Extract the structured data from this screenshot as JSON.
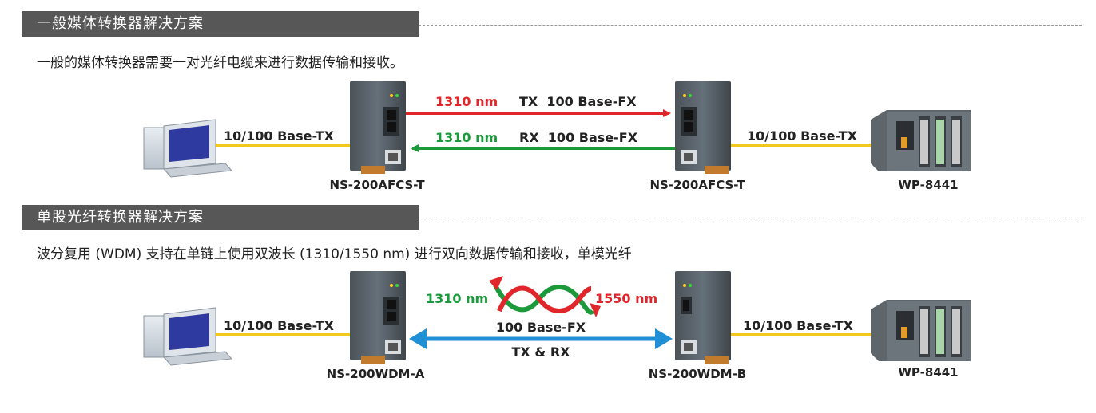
{
  "section1": {
    "title": "一般媒体转换器解决方案",
    "description": "一般的媒体转换器需要一对光纤电缆来进行数据传输和接收。",
    "left_link": "10/100 Base-TX",
    "right_link": "10/100 Base-TX",
    "tx_wavelength": "1310 nm",
    "tx_label": "TX  100 Base-FX",
    "rx_wavelength": "1310 nm",
    "rx_label": "RX  100 Base-FX",
    "device_left": "NS-200AFCS-T",
    "device_right": "NS-200AFCS-T",
    "controller": "WP-8441"
  },
  "section2": {
    "title": "单股光纤转换器解决方案",
    "description": "波分复用 (WDM) 支持在单链上使用双波长 (1310/1550 nm) 进行双向数据传输和接收，单模光纤",
    "left_link": "10/100 Base-TX",
    "right_link": "10/100 Base-TX",
    "wavelength_a": "1310 nm",
    "wavelength_b": "1550 nm",
    "fiber_label": "100 Base-FX",
    "fiber_mode": "TX & RX",
    "device_left": "NS-200WDM-A",
    "device_right": "NS-200WDM-B",
    "controller": "WP-8441"
  },
  "colors": {
    "header_bg": "#575757",
    "copper_line": "#f2c81a",
    "tx_red": "#e0262b",
    "rx_green": "#1a9a3a",
    "wdm_blue": "#1f8fd6"
  }
}
